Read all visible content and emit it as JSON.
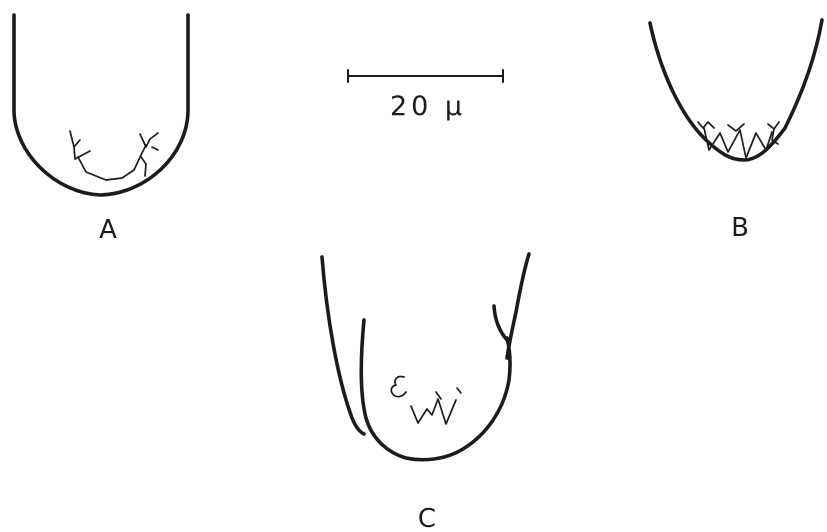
{
  "figure": {
    "scale_bar": {
      "label": "20 μ"
    },
    "panels": [
      {
        "label": "A"
      },
      {
        "label": "B"
      },
      {
        "label": "C"
      }
    ],
    "colors": {
      "ink": "#1c1c1c",
      "background": "#ffffff"
    }
  }
}
